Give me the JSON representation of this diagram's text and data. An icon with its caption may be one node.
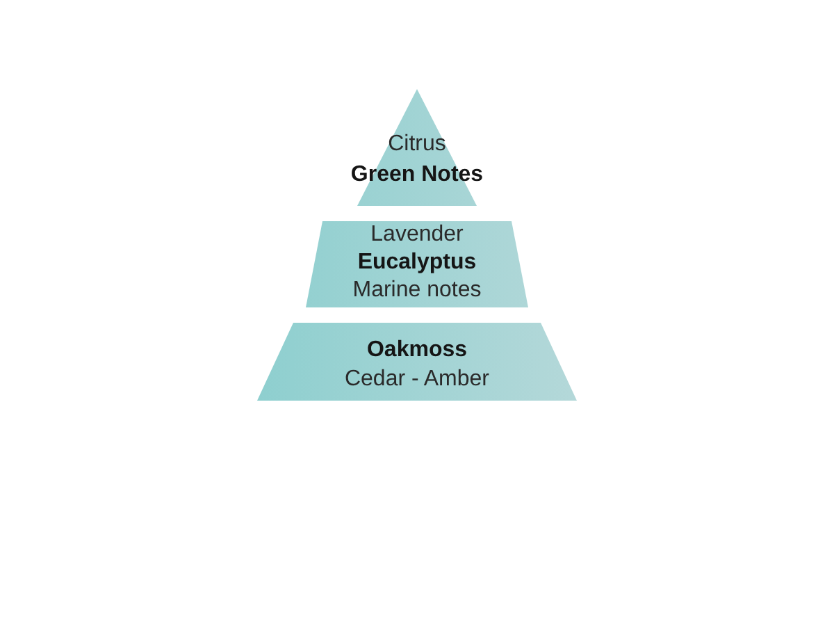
{
  "diagram": {
    "nodes": [
      {
        "text": [
          "Citrus",
          "Green Notes"
        ]
      },
      {
        "text": [
          "Lavender",
          "Eucalyptus",
          "Marine notes"
        ]
      },
      {
        "text": [
          "Oakmoss",
          "Cedar - Amber"
        ]
      }
    ]
  }
}
